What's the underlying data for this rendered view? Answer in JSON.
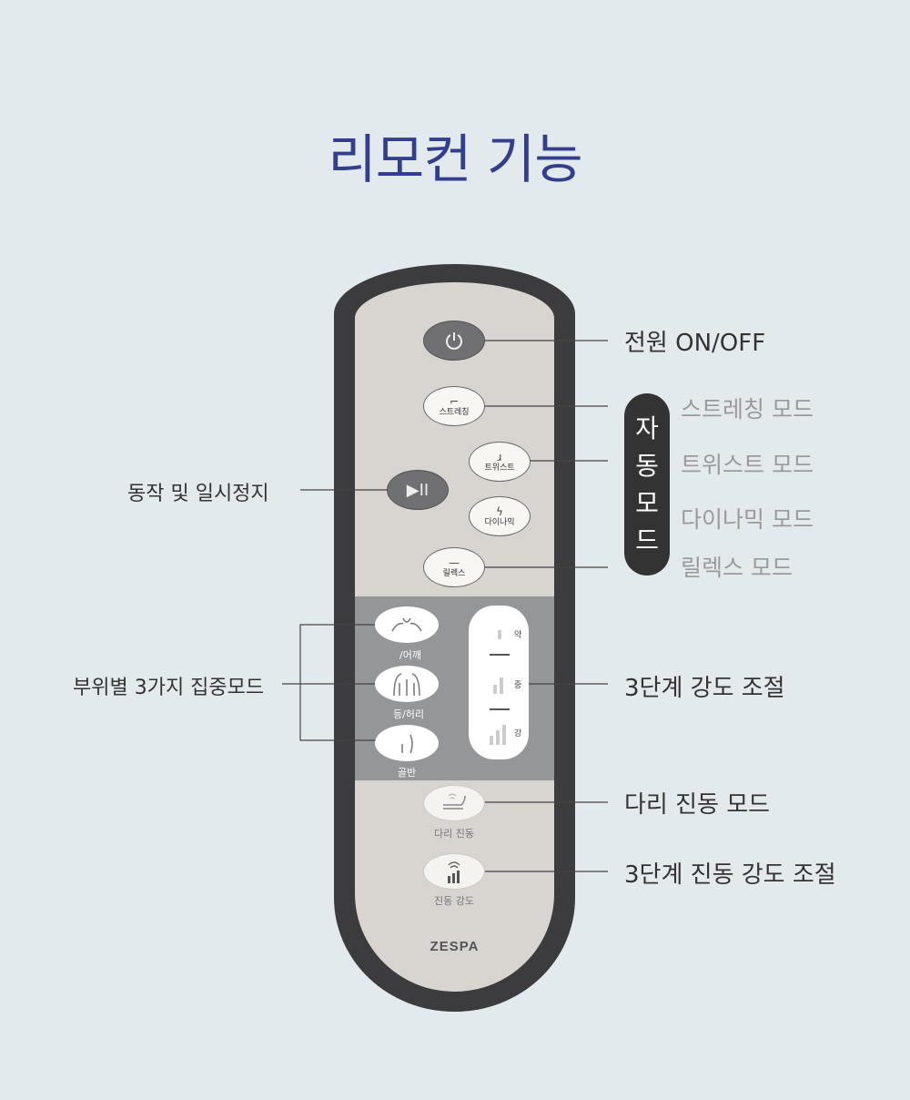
{
  "title": "리모컨 기능",
  "remote": {
    "brand": "ZESPA",
    "buttons": {
      "power_icon": "power-icon",
      "play_icon": "▶II",
      "stretching": "스트레칭",
      "twist": "트위스트",
      "dynamic": "다이나믹",
      "relax": "릴렉스",
      "shoulder": "/어깨",
      "back_waist": "등/허리",
      "pelvis": "골반",
      "leg_vibration": "다리 진동",
      "vibration_intensity": "진동 강도"
    },
    "intensity_levels": [
      "약",
      "중",
      "강"
    ]
  },
  "callouts": {
    "power": "전원 ON/OFF",
    "play_pause": "동작 및 일시정지",
    "zones": "부위별 3가지 집중모드",
    "intensity": "3단계 강도 조절",
    "leg_vibration": "다리 진동 모드",
    "vibration_intensity": "3단계 진동 강도 조절"
  },
  "auto_mode": {
    "label_chars": [
      "자",
      "동",
      "모",
      "드"
    ],
    "items": [
      "스트레칭 모드",
      "트위스트 모드",
      "다이나믹 모드",
      "릴렉스 모드"
    ]
  },
  "colors": {
    "background": "#e3eaee",
    "title": "#343e8f",
    "remote_body": "#3c3c3e",
    "remote_face": "#d8d4cf",
    "zone_panel": "#959698"
  }
}
